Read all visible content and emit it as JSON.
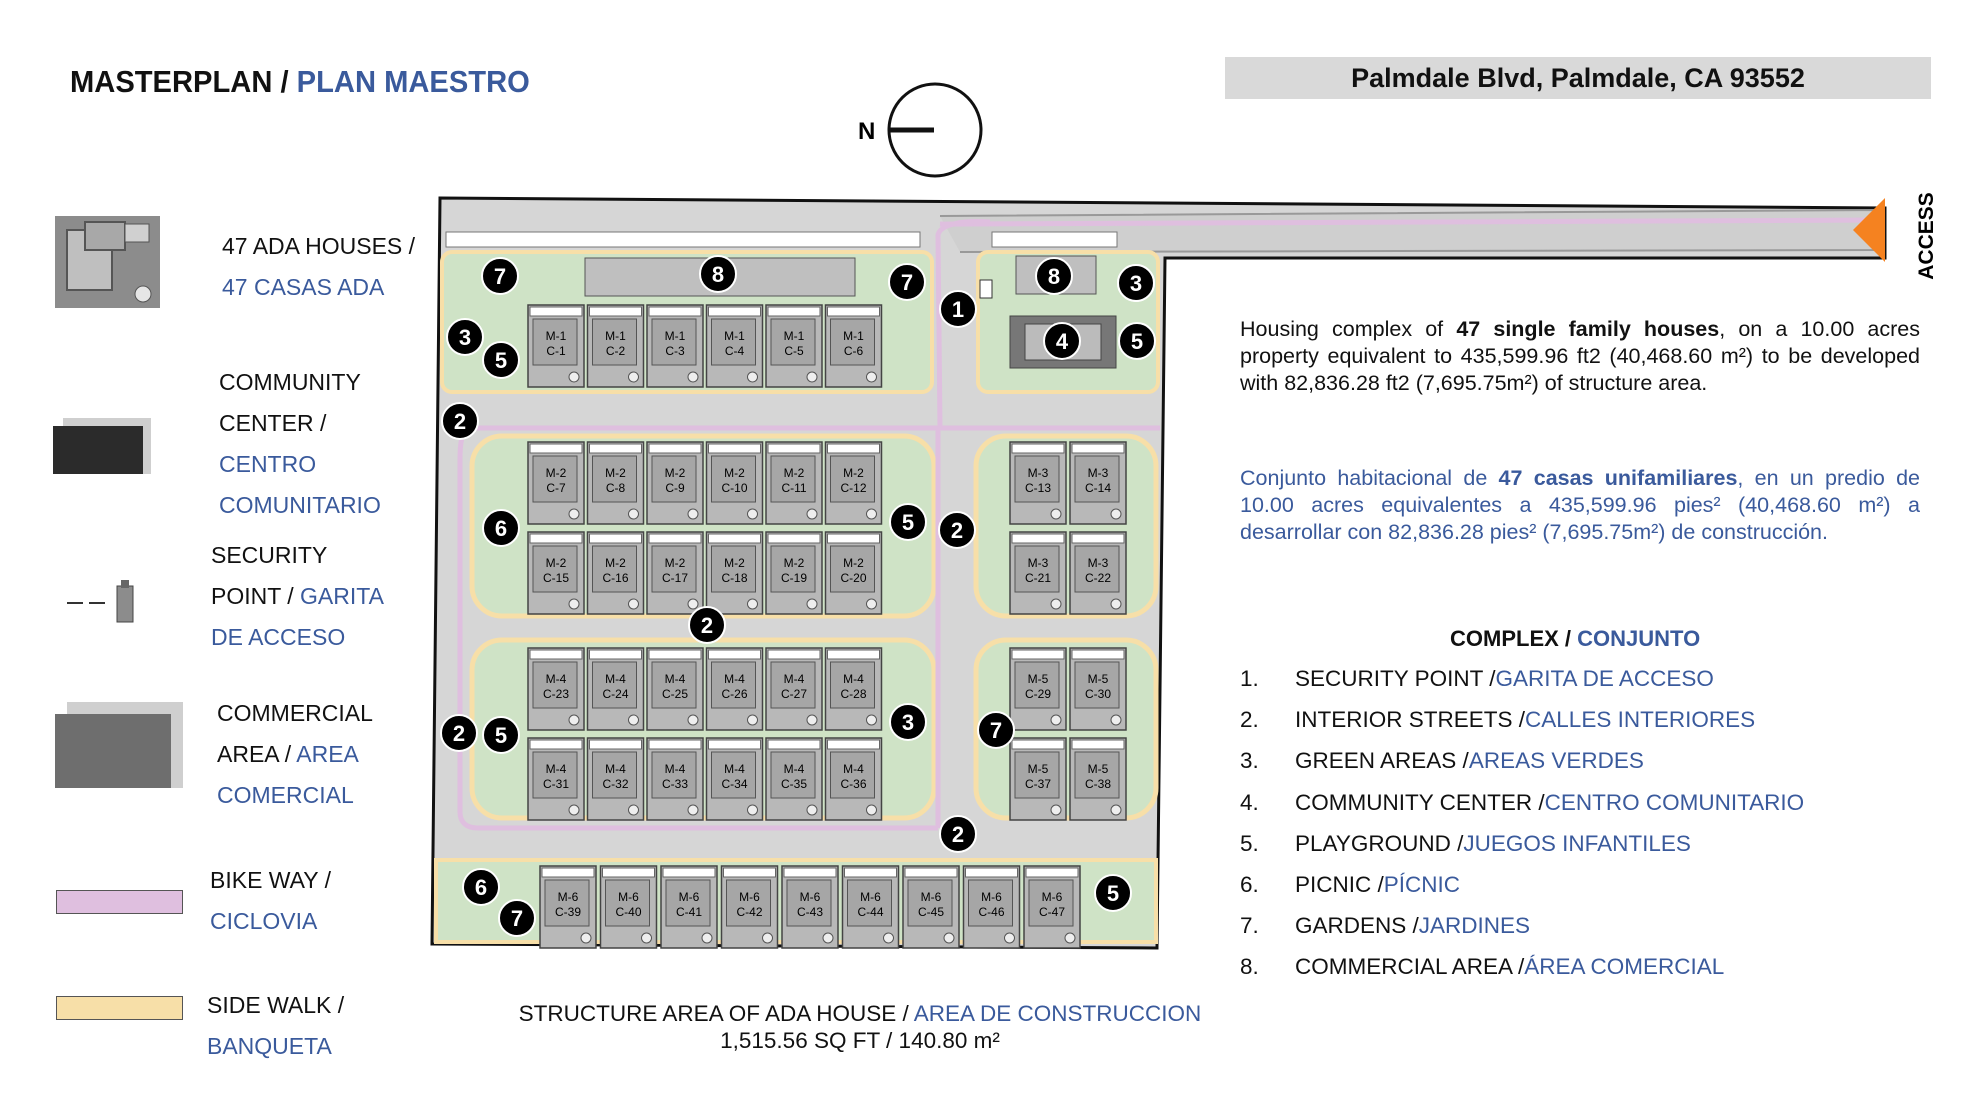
{
  "header": {
    "title": "MASTERPLAN / ",
    "title_es": "PLAN MAESTRO",
    "address": "Palmdale Blvd, Palmdale, CA 93552",
    "north_label": "N"
  },
  "legend": [
    {
      "icon": "ada-house-icon",
      "en": "47 ADA HOUSES /",
      "es": "47 CASAS ADA"
    },
    {
      "icon": "community-center-icon",
      "en_lines": [
        "COMMUNITY",
        "CENTER / "
      ],
      "es_lines": [
        "CENTRO",
        "COMUNITARIO"
      ]
    },
    {
      "icon": "security-point-icon",
      "en_lines": [
        "SECURITY",
        "POINT / "
      ],
      "es_lines": [
        "GARITA",
        "DE ACCESO"
      ]
    },
    {
      "icon": "commercial-area-icon",
      "en_lines": [
        "COMMERCIAL",
        "AREA / "
      ],
      "es_lines": [
        "AREA",
        "COMERCIAL"
      ]
    },
    {
      "icon": "bike-way-swatch",
      "en": "BIKE WAY /",
      "es": "CICLOVIA",
      "color": "#dfbfdf"
    },
    {
      "icon": "side-walk-swatch",
      "en": "SIDE WALK /",
      "es": "BANQUETA",
      "color": "#f7dfa8"
    }
  ],
  "access": {
    "number": "#1",
    "label": "ACCESS",
    "color": "#f58220"
  },
  "description": {
    "en_pre": "Housing complex of ",
    "en_bold": "47 single family houses",
    "en_post": ", on a 10.00 acres property equivalent to 435,599.96 ft2 (40,468.60 m²) to be developed with 82,836.28 ft2 (7,695.75m²) of structure area.",
    "es_pre": "Conjunto habitacional de ",
    "es_bold": "47 casas unifamiliares",
    "es_post": ", en un predio de 10.00 acres equivalentes a 435,599.96 pies² (40,468.60 m²) a desarrollar con 82,836.28  pies² (7,695.75m²) de construcción."
  },
  "complex": {
    "heading_en": "COMPLEX / ",
    "heading_es": "CONJUNTO",
    "items": [
      {
        "n": "1.",
        "en": "SECURITY POINT / ",
        "es": "GARITA DE ACCESO"
      },
      {
        "n": "2.",
        "en": "INTERIOR STREETS / ",
        "es": "CALLES INTERIORES"
      },
      {
        "n": "3.",
        "en": "GREEN AREAS / ",
        "es": "AREAS VERDES"
      },
      {
        "n": "4.",
        "en": "COMMUNITY CENTER / ",
        "es": "CENTRO COMUNITARIO"
      },
      {
        "n": "5.",
        "en": "PLAYGROUND / ",
        "es": "JUEGOS INFANTILES"
      },
      {
        "n": "6.",
        "en": "PICNIC / ",
        "es": "PÍCNIC"
      },
      {
        "n": "7.",
        "en": "GARDENS / ",
        "es": "JARDINES"
      },
      {
        "n": "8.",
        "en": "COMMERCIAL AREA / ",
        "es": "ÁREA COMERCIAL"
      }
    ]
  },
  "footer": {
    "line1_en": "STRUCTURE AREA OF ADA HOUSE / ",
    "line1_es": "AREA DE CONSTRUCCION",
    "line2": "1,515.56 SQ FT / 140.80 m²"
  },
  "plan": {
    "houses": [
      {
        "m": "M-1",
        "c": "C-1"
      },
      {
        "m": "M-1",
        "c": "C-2"
      },
      {
        "m": "M-1",
        "c": "C-3"
      },
      {
        "m": "M-1",
        "c": "C-4"
      },
      {
        "m": "M-1",
        "c": "C-5"
      },
      {
        "m": "M-1",
        "c": "C-6"
      },
      {
        "m": "M-2",
        "c": "C-7"
      },
      {
        "m": "M-2",
        "c": "C-8"
      },
      {
        "m": "M-2",
        "c": "C-9"
      },
      {
        "m": "M-2",
        "c": "C-10"
      },
      {
        "m": "M-2",
        "c": "C-11"
      },
      {
        "m": "M-2",
        "c": "C-12"
      },
      {
        "m": "M-2",
        "c": "C-15"
      },
      {
        "m": "M-2",
        "c": "C-16"
      },
      {
        "m": "M-2",
        "c": "C-17"
      },
      {
        "m": "M-2",
        "c": "C-18"
      },
      {
        "m": "M-2",
        "c": "C-19"
      },
      {
        "m": "M-2",
        "c": "C-20"
      },
      {
        "m": "M-3",
        "c": "C-13"
      },
      {
        "m": "M-3",
        "c": "C-14"
      },
      {
        "m": "M-3",
        "c": "C-21"
      },
      {
        "m": "M-3",
        "c": "C-22"
      },
      {
        "m": "M-4",
        "c": "C-23"
      },
      {
        "m": "M-4",
        "c": "C-24"
      },
      {
        "m": "M-4",
        "c": "C-25"
      },
      {
        "m": "M-4",
        "c": "C-26"
      },
      {
        "m": "M-4",
        "c": "C-27"
      },
      {
        "m": "M-4",
        "c": "C-28"
      },
      {
        "m": "M-4",
        "c": "C-31"
      },
      {
        "m": "M-4",
        "c": "C-32"
      },
      {
        "m": "M-4",
        "c": "C-33"
      },
      {
        "m": "M-4",
        "c": "C-34"
      },
      {
        "m": "M-4",
        "c": "C-35"
      },
      {
        "m": "M-4",
        "c": "C-36"
      },
      {
        "m": "M-5",
        "c": "C-29"
      },
      {
        "m": "M-5",
        "c": "C-30"
      },
      {
        "m": "M-5",
        "c": "C-37"
      },
      {
        "m": "M-5",
        "c": "C-38"
      },
      {
        "m": "M-6",
        "c": "C-39"
      },
      {
        "m": "M-6",
        "c": "C-40"
      },
      {
        "m": "M-6",
        "c": "C-41"
      },
      {
        "m": "M-6",
        "c": "C-42"
      },
      {
        "m": "M-6",
        "c": "C-43"
      },
      {
        "m": "M-6",
        "c": "C-44"
      },
      {
        "m": "M-6",
        "c": "C-45"
      },
      {
        "m": "M-6",
        "c": "C-46"
      },
      {
        "m": "M-6",
        "c": "C-47"
      }
    ],
    "markers": [
      "1",
      "2",
      "2",
      "2",
      "2",
      "2",
      "3",
      "3",
      "3",
      "3",
      "4",
      "5",
      "5",
      "5",
      "5",
      "5",
      "6",
      "6",
      "7",
      "7",
      "7",
      "7",
      "8",
      "8"
    ]
  }
}
